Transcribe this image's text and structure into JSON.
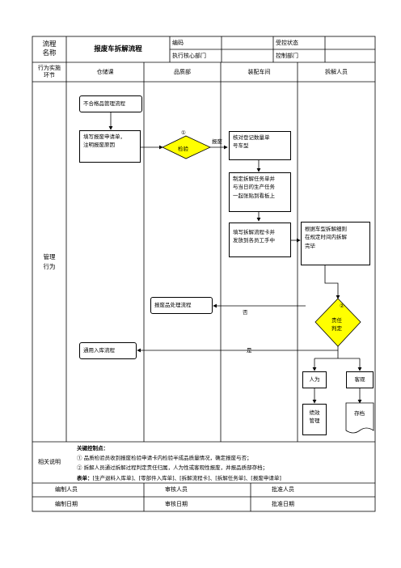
{
  "header": {
    "process_name_label": "流程\n名称",
    "title": "报废车拆解流程",
    "code_label": "编码",
    "control_status_label": "受控状态",
    "exec_dept_label": "执行核心部门",
    "control_dept_label": "控制部门"
  },
  "lanes": {
    "row_label": "行为实施\n环节",
    "col1": "仓储课",
    "col2": "品质部",
    "col3": "装配车间",
    "col4": "拆解人员"
  },
  "body": {
    "side_label": "管理\n行为"
  },
  "flow": {
    "n1": "不合格品管理流程",
    "n2": "填写报废申请单，\n注明报废原因",
    "d1_mark": "①",
    "d1_text": "检验",
    "e1_label": "报废",
    "n3": "核对登记数量单\n号车型",
    "n4": "制定拆解任务单并\n与当日的生产任务\n一起张贴到看板上",
    "n5": "填写拆解流程卡并\n发放到各员工手中",
    "n6": "根据车型拆解细则\n在规定时间内拆解\n完毕",
    "n7": "报废品处理流程",
    "e2_label": "否",
    "d2_mark": "②",
    "d2_text": "责任\n判定",
    "n8": "通用入库流程",
    "e3_label": "是",
    "n9": "人为",
    "n10": "客观",
    "n11": "绩效\n管理",
    "n12": "存档"
  },
  "notes": {
    "label": "相关说明",
    "heading": "关键控制点：",
    "line1": "①    品质检验员收到报废检验申请卡内检验半成品质量情况，确定报废与否；",
    "line2": "②    拆解人员通过拆解过程判定责任归属，人为性或客观性报废，并报品质部存档；",
    "forms_label": "表单：",
    "forms": "[生产退料入库单]、[零部件入库单]、[拆解流程卡]、[拆解任务单]、[报废申请单]"
  },
  "footer": {
    "compiler": "编制人员",
    "reviewer": "审核人员",
    "approver": "批准人员",
    "compile_date": "编制日期",
    "review_date": "审核日期",
    "approve_date": "批准日期"
  }
}
